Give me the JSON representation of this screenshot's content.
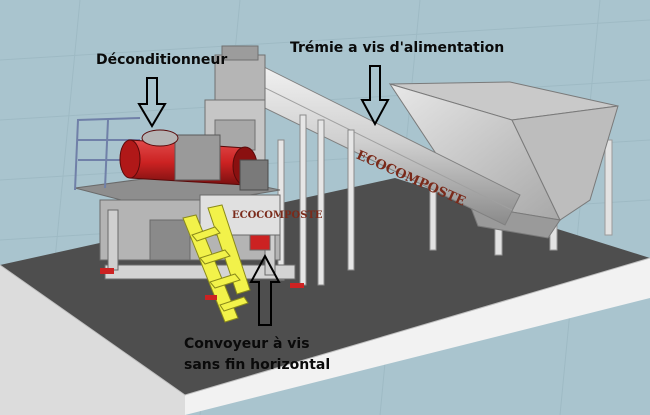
{
  "labels": {
    "deconditionneur": "Déconditionneur",
    "tremie": "Trémie a vis d'alimentation",
    "convoyeur_line1": "Convoyeur à vis",
    "convoyeur_line2": "sans fin horizontal"
  },
  "branding": {
    "conveyor_text": "ECOCOMPOSTE",
    "frame_text": "ECOCOMPOSTE"
  },
  "colors": {
    "background": "#a9c4ce",
    "platform_top": "#4e4e4e",
    "platform_front": "#f2f2f2",
    "machine_red": "#cc2222",
    "ladder_yellow": "#f2f24a",
    "steel": "#d9d9d9",
    "text": "#0a0a0a",
    "branding_text": "#7a2a1a"
  }
}
